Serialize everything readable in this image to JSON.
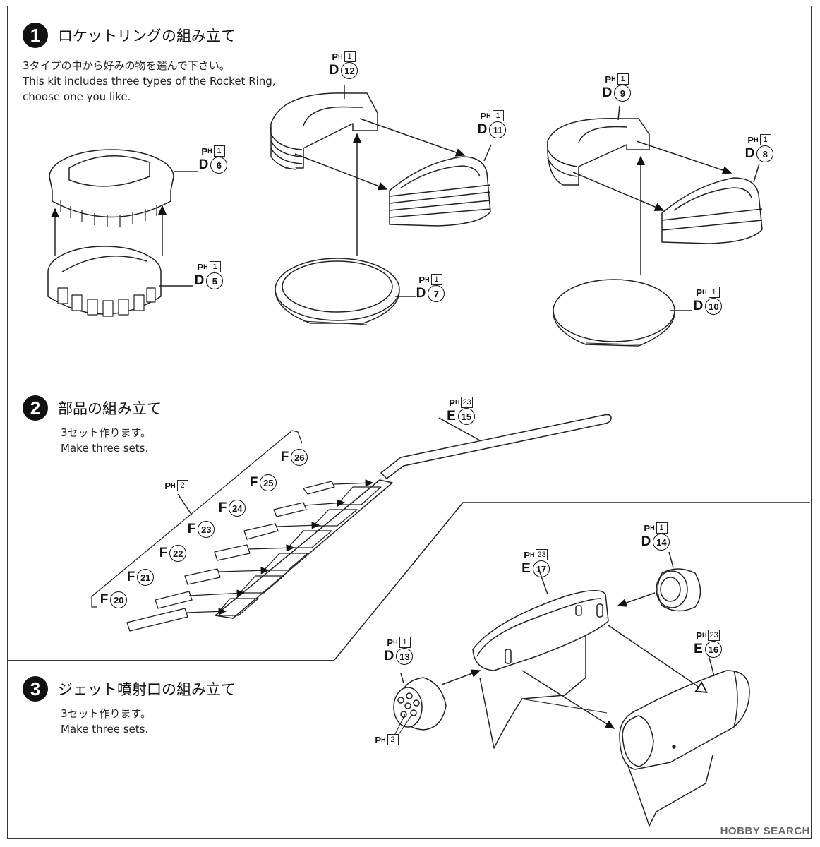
{
  "steps": [
    {
      "number": "1",
      "title": "ロケットリングの組み立て",
      "note_ja": "3タイプの中から好みの物を選んで下さい。",
      "note_en_1": "This kit includes three types of the Rocket Ring,",
      "note_en_2": "choose one you like."
    },
    {
      "number": "2",
      "title": "部品の組み立て",
      "note_ja": "3セット作ります。",
      "note_en": "Make three sets."
    },
    {
      "number": "3",
      "title": "ジェット噴射口の組み立て",
      "note_ja": "3セット作ります。",
      "note_en": "Make three sets."
    }
  ],
  "parts": {
    "d6": {
      "ph_prefix": "P",
      "ph_sub": "H",
      "ph_num": "1",
      "letter": "D",
      "num": "6"
    },
    "d5": {
      "ph_prefix": "P",
      "ph_sub": "H",
      "ph_num": "1",
      "letter": "D",
      "num": "5"
    },
    "d12": {
      "ph_prefix": "P",
      "ph_sub": "H",
      "ph_num": "1",
      "letter": "D",
      "num": "12"
    },
    "d11": {
      "ph_prefix": "P",
      "ph_sub": "H",
      "ph_num": "1",
      "letter": "D",
      "num": "11"
    },
    "d7": {
      "ph_prefix": "P",
      "ph_sub": "H",
      "ph_num": "1",
      "letter": "D",
      "num": "7"
    },
    "d9": {
      "ph_prefix": "P",
      "ph_sub": "H",
      "ph_num": "1",
      "letter": "D",
      "num": "9"
    },
    "d8": {
      "ph_prefix": "P",
      "ph_sub": "H",
      "ph_num": "1",
      "letter": "D",
      "num": "8"
    },
    "d10": {
      "ph_prefix": "P",
      "ph_sub": "H",
      "ph_num": "1",
      "letter": "D",
      "num": "10"
    },
    "e15": {
      "ph_prefix": "P",
      "ph_sub": "H",
      "ph_num": "23",
      "letter": "E",
      "num": "15"
    },
    "f_ph": {
      "ph_prefix": "P",
      "ph_sub": "H",
      "ph_num": "2"
    },
    "f26": {
      "letter": "F",
      "num": "26"
    },
    "f25": {
      "letter": "F",
      "num": "25"
    },
    "f24": {
      "letter": "F",
      "num": "24"
    },
    "f23": {
      "letter": "F",
      "num": "23"
    },
    "f22": {
      "letter": "F",
      "num": "22"
    },
    "f21": {
      "letter": "F",
      "num": "21"
    },
    "f20": {
      "letter": "F",
      "num": "20"
    },
    "d14": {
      "ph_prefix": "P",
      "ph_sub": "H",
      "ph_num": "1",
      "letter": "D",
      "num": "14"
    },
    "e17": {
      "ph_prefix": "P",
      "ph_sub": "H",
      "ph_num": "23",
      "letter": "E",
      "num": "17"
    },
    "e16": {
      "ph_prefix": "P",
      "ph_sub": "H",
      "ph_num": "23",
      "letter": "E",
      "num": "16"
    },
    "d13": {
      "ph_prefix": "P",
      "ph_sub": "H",
      "ph_num": "1",
      "letter": "D",
      "num": "13"
    },
    "d13_ph2": {
      "ph_prefix": "P",
      "ph_sub": "H",
      "ph_num": "2"
    }
  },
  "watermark": "HOBBY SEARCH"
}
